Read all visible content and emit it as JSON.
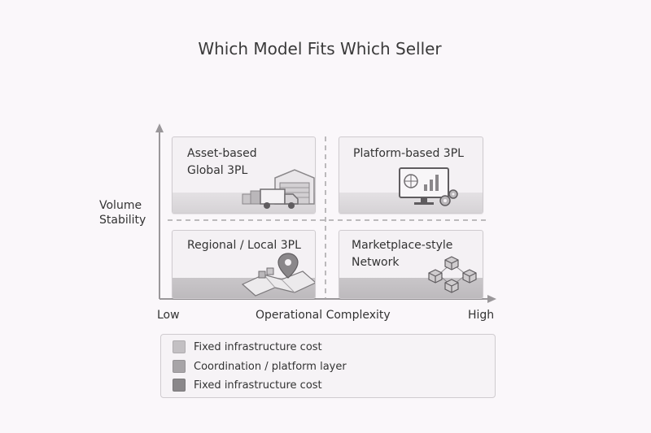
{
  "title": "Which Model Fits Which Seller",
  "axes": {
    "y_label": "Volume Stability",
    "x_label": "Operational Complexity",
    "x_low": "Low",
    "x_high": "High"
  },
  "quadrants": [
    {
      "id": "top-left",
      "label": "Asset-based Global 3PL",
      "icon": "warehouse-truck-icon"
    },
    {
      "id": "top-right",
      "label": "Platform-based 3PL",
      "icon": "platform-dashboard-icon"
    },
    {
      "id": "bottom-left",
      "label": "Regional / Local 3PL",
      "icon": "map-pin-icon"
    },
    {
      "id": "bottom-right",
      "label": "Marketplace-style Network",
      "icon": "network-cubes-icon"
    }
  ],
  "legend": [
    {
      "label": "Fixed infrastructure cost",
      "color": "#c3c0c3"
    },
    {
      "label": "Coordination / platform layer",
      "color": "#a7a4a7"
    },
    {
      "label": "Fixed infrastructure cost",
      "color": "#8a878a"
    }
  ]
}
